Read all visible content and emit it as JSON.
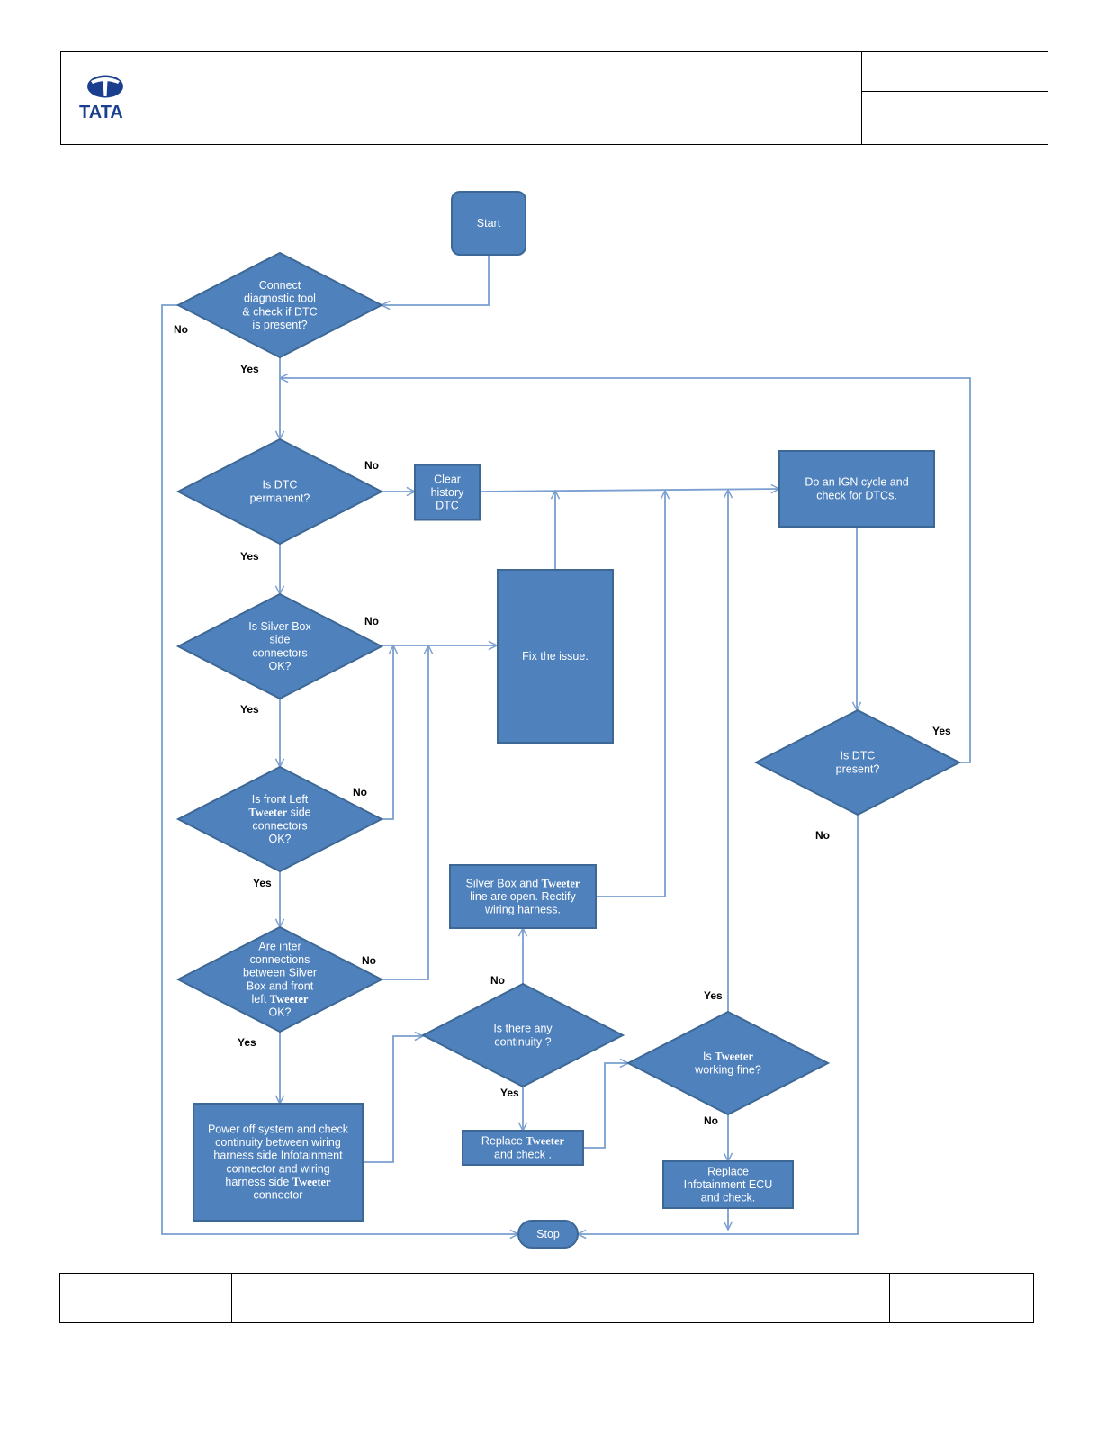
{
  "header": {
    "logo_text": "TATA",
    "logo_icon": "tata-logo-icon"
  },
  "flowchart": {
    "colors": {
      "node_fill": "#4f81bd",
      "node_stroke": "#3d6896",
      "edge": "#7a9fd0",
      "node_text": "#ffffff",
      "label_text": "#000000"
    },
    "nodes": {
      "start": [
        "Start"
      ],
      "connect_check": [
        "Connect",
        "diagnostic tool",
        "& check if DTC",
        "is present?"
      ],
      "dtc_permanent": [
        "Is DTC",
        "permanent?"
      ],
      "clear_history": [
        "Clear",
        "history",
        "DTC"
      ],
      "ign_cycle": [
        "Do an IGN cycle and",
        "check for DTCs."
      ],
      "silver_box_connectors": [
        "Is  Silver Box",
        "side",
        "connectors",
        "OK?"
      ],
      "fix_issue": [
        "Fix the issue."
      ],
      "dtc_present": [
        "Is DTC",
        "present?"
      ],
      "tweeter_connectors": [
        "Is front Left",
        "|Tweeter| side",
        "connectors",
        "OK?"
      ],
      "inter_connections": [
        "Are inter",
        "connections",
        "between Silver",
        "Box and front",
        "left |Tweeter|",
        "OK?"
      ],
      "line_open": [
        "Silver Box and |Tweeter|",
        "line are open. Rectify",
        "wiring harness."
      ],
      "continuity": [
        "Is there any",
        "continuity ?"
      ],
      "tweeter_working": [
        "Is |Tweeter|",
        "working fine?"
      ],
      "power_off": [
        "Power off system and check",
        "continuity between wiring",
        "harness side Infotainment",
        "connector and wiring",
        "harness side  |Tweeter|",
        "connector"
      ],
      "replace_tweeter": [
        "Replace |Tweeter|",
        "and  check ."
      ],
      "replace_ecu": [
        "Replace",
        "Infotainment ECU",
        "and check."
      ],
      "stop": [
        "Stop"
      ]
    },
    "edge_labels": {
      "connect_no": "No",
      "connect_yes": "Yes",
      "permanent_no": "No",
      "permanent_yes": "Yes",
      "silver_no": "No",
      "silver_yes": "Yes",
      "tweeter_no": "No",
      "tweeter_yes": "Yes",
      "inter_no": "No",
      "inter_yes": "Yes",
      "continuity_no": "No",
      "continuity_yes": "Yes",
      "working_yes": "Yes",
      "working_no": "No",
      "present_yes": "Yes",
      "present_no": "No"
    }
  }
}
